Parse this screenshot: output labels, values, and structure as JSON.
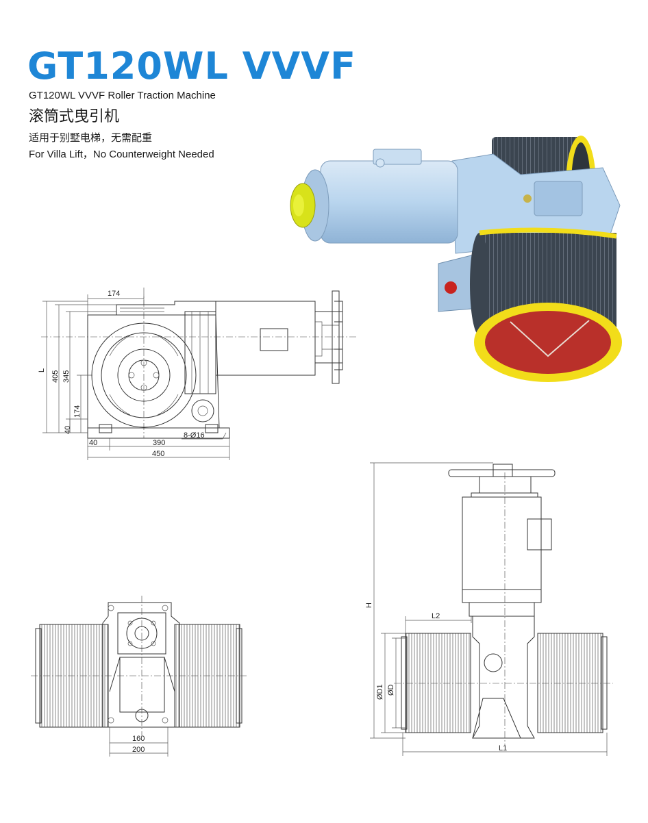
{
  "header": {
    "model": "GT120WL VVVF",
    "subtitle_en": "GT120WL VVVF Roller Traction Machine",
    "subtitle_cn": "滚筒式曳引机",
    "usage_cn": "适用于别墅电梯，无需配重",
    "usage_en": "For Villa Lift，No Counterweight Needed"
  },
  "colors": {
    "title_blue": "#1e86d6",
    "motor_blue": "#b9d5ee",
    "drum_yellow": "#f2dd1a",
    "drum_red": "#b9302a",
    "drum_dark": "#3b4550"
  },
  "side_view_dims": {
    "top_width": "174",
    "total_height": "L",
    "h405": "405",
    "h345": "345",
    "h174": "174",
    "h40": "40",
    "w40": "40",
    "w390": "390",
    "w450": "450",
    "bolt_holes": "8-Ø16"
  },
  "bottom_view_dims": {
    "w160": "160",
    "w200": "200"
  },
  "front_view_dims": {
    "height": "H",
    "l2": "L2",
    "d1": "ØD1",
    "d": "ØD",
    "l1": "L1"
  }
}
